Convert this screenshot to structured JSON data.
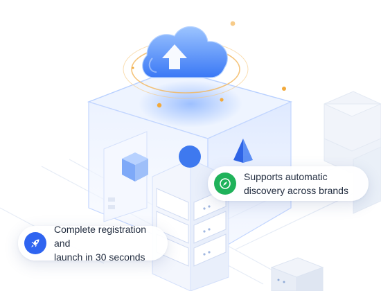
{
  "callouts": {
    "discovery": {
      "line1": "Supports automatic",
      "line2": "discovery across brands",
      "icon": "compass-icon",
      "color": "#1fb25a"
    },
    "registration": {
      "line1": "Complete registration and",
      "line2": "launch in 30 seconds",
      "icon": "rocket-icon",
      "color": "#2f64f0"
    }
  },
  "illustration": {
    "cloud_icon": "cloud-upload-icon",
    "accent": "#3d7bff"
  }
}
